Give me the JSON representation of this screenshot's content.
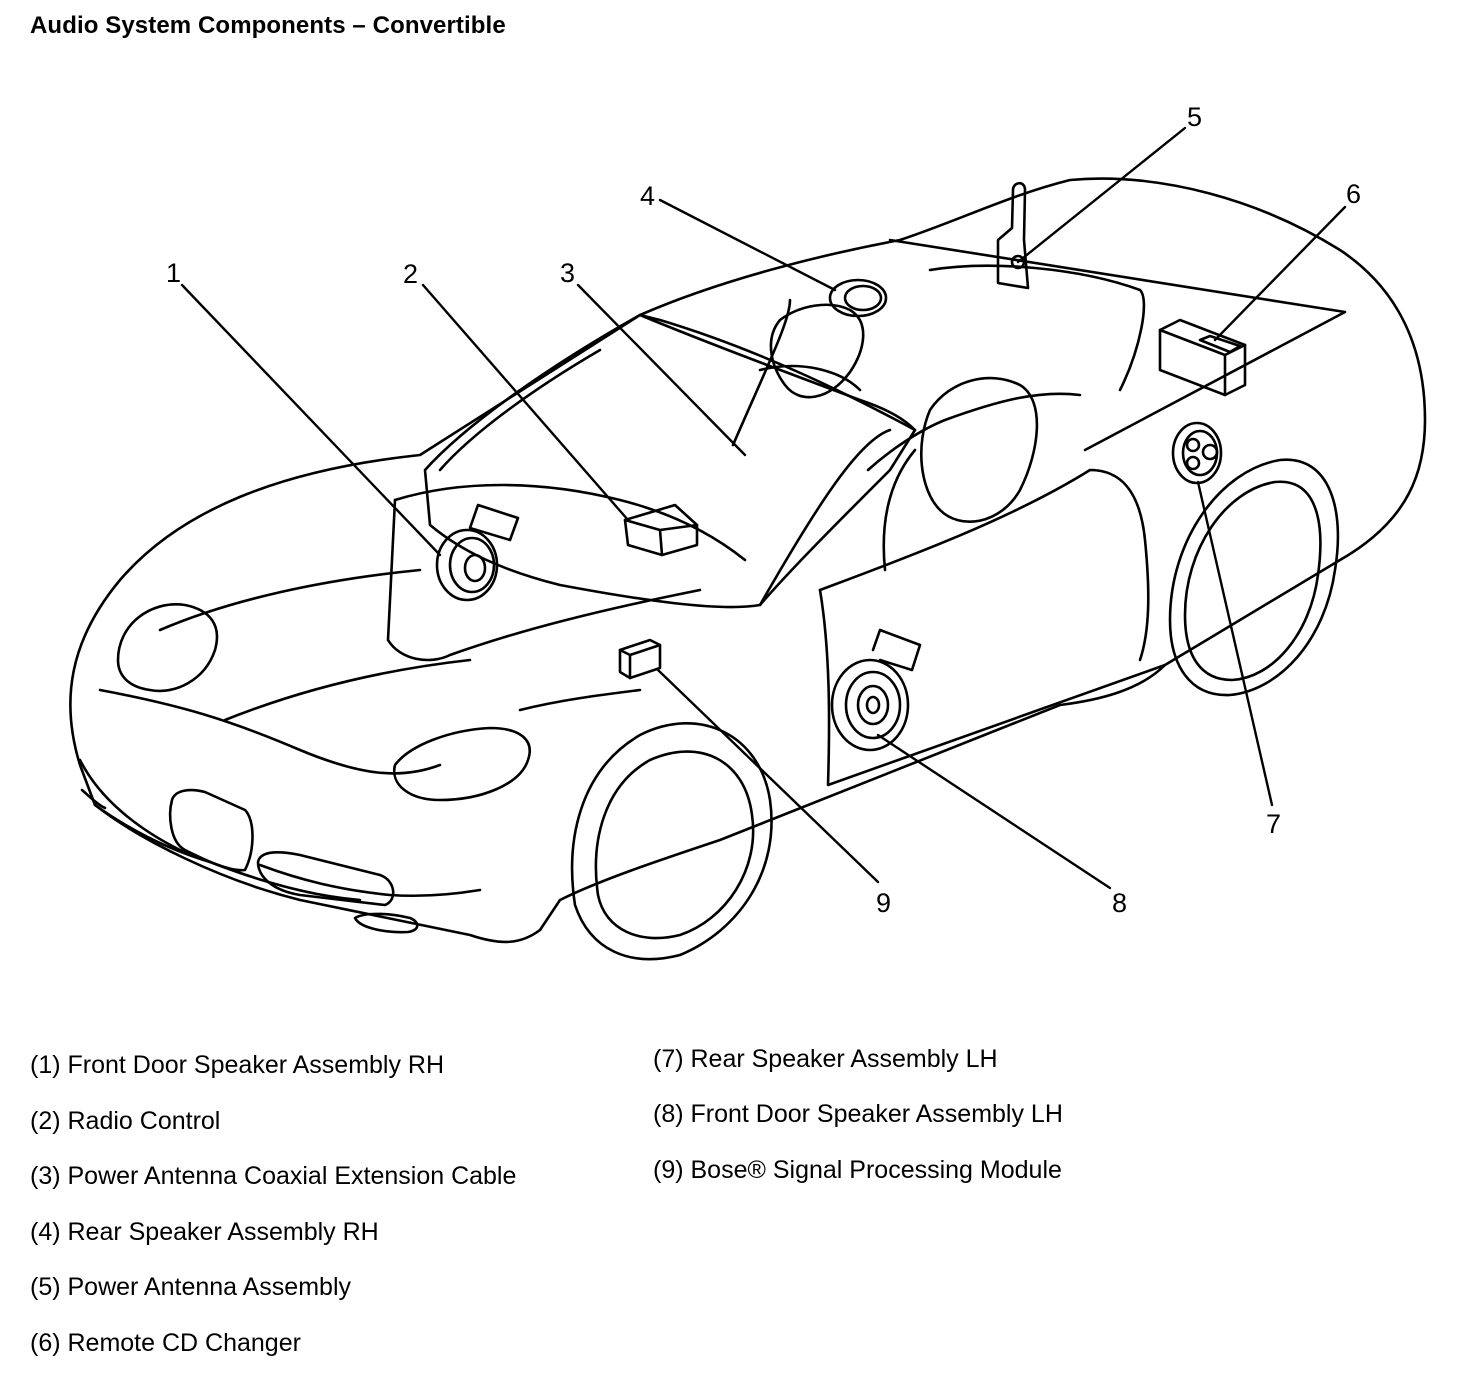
{
  "title": "Audio System Components – Convertible",
  "callouts": [
    {
      "number": "1"
    },
    {
      "number": "2"
    },
    {
      "number": "3"
    },
    {
      "number": "4"
    },
    {
      "number": "5"
    },
    {
      "number": "6"
    },
    {
      "number": "7"
    },
    {
      "number": "8"
    },
    {
      "number": "9"
    }
  ],
  "legend": [
    {
      "text": "(1) Front Door Speaker Assembly RH"
    },
    {
      "text": "(2) Radio Control"
    },
    {
      "text": "(3) Power Antenna Coaxial Extension Cable"
    },
    {
      "text": "(4) Rear Speaker Assembly RH"
    },
    {
      "text": "(5) Power Antenna Assembly"
    },
    {
      "text": "(6) Remote CD Changer"
    },
    {
      "text": "(7) Rear Speaker Assembly LH"
    },
    {
      "text": "(8) Front Door Speaker Assembly LH"
    },
    {
      "text": "(9) Bose® Signal Processing Module"
    }
  ],
  "colors": {
    "line": "#000000",
    "background": "#ffffff"
  }
}
